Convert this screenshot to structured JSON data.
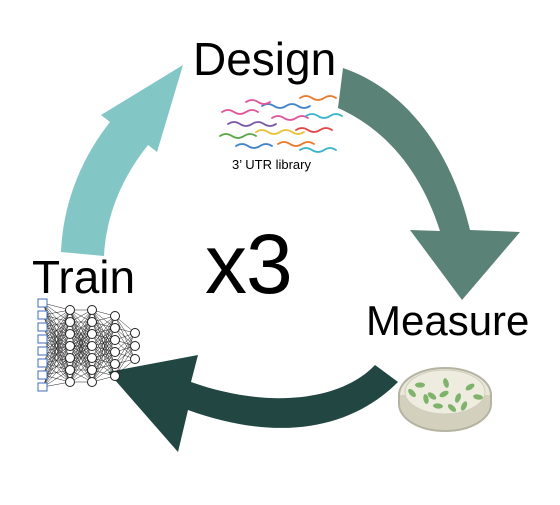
{
  "diagram": {
    "steps": {
      "design": "Design",
      "measure": "Measure",
      "train": "Train"
    },
    "library_label": "3’ UTR library",
    "iterations": "x3",
    "icons": [
      "rna-strands-icon",
      "petri-dish-icon",
      "neural-network-icon"
    ],
    "colors": {
      "arrow_train_to_design": "#82c6c5",
      "arrow_design_to_measure": "#5b8276",
      "arrow_measure_to_train": "#224742",
      "dish_cells": "#7fb36c"
    }
  }
}
